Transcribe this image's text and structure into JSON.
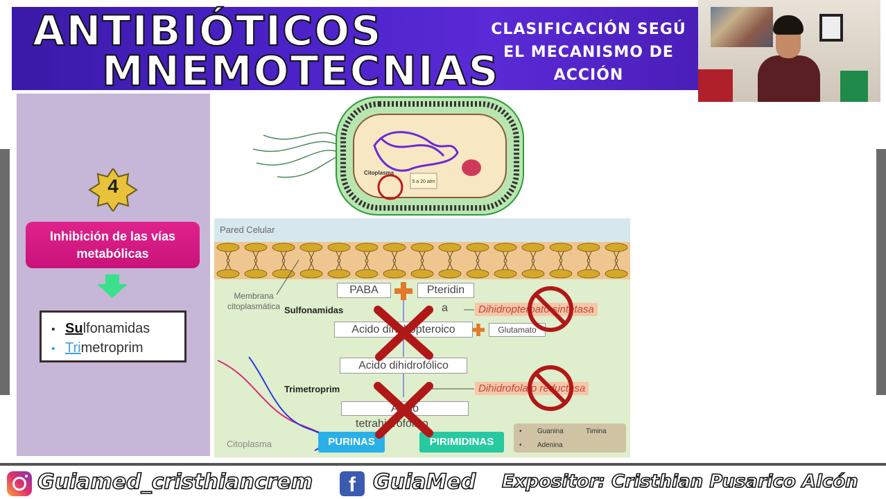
{
  "header": {
    "title_line1": "ANTIBIÓTICOS",
    "title_line2": "MNEMOTECNIAS",
    "subtitle": "CLASIFICACIÓN SEGÚ EL MECANISMO DE ACCIÓN"
  },
  "left_panel": {
    "step_number": "4",
    "mechanism": "Inhibición de las vías metabólicas",
    "drugs": [
      {
        "highlight": "Su",
        "rest": "lfonamidas"
      },
      {
        "highlight": "Tri",
        "rest": "metroprim"
      }
    ]
  },
  "bacteria": {
    "citoplasma_label": "Citoplasma",
    "pressure_label": "5 a 20 atm"
  },
  "diagram": {
    "wall_label": "Pared Celular",
    "membrane_label": "Membrana citoplasmática",
    "cytoplasm_label": "Citoplasma",
    "paba": "PABA",
    "pteridin": "Pteridin",
    "a_label": "a",
    "drug1": "Sulfonamidas",
    "enzyme1": "Dihidropteroato sintetasa",
    "acid1": "Acido dihidropteroico",
    "glutamato": "Glutamato",
    "acid2": "Acido dihidrofólico",
    "drug2": "Trimetroprim",
    "enzyme2": "Dihidrofolato reductasa",
    "acid3_top": "Acido",
    "acid3_bottom": "tetrahidrofólico",
    "purinas": "PURINAS",
    "pirimidinas": "PIRIMIDINAS",
    "base_guanina": "Guanina",
    "base_timina": "Timina",
    "base_adenina": "Adenina"
  },
  "footer": {
    "instagram": "Guiamed_cristhiancrem",
    "facebook": "GuiaMed",
    "expositor": "Expositor: Cristhian Pusarico Alcón"
  },
  "colors": {
    "header_bg": "#4b22c8",
    "pink": "#e0238c",
    "panel": "#c6b6d8",
    "arrow_green": "#3be08a",
    "cross_red": "#b01818"
  }
}
